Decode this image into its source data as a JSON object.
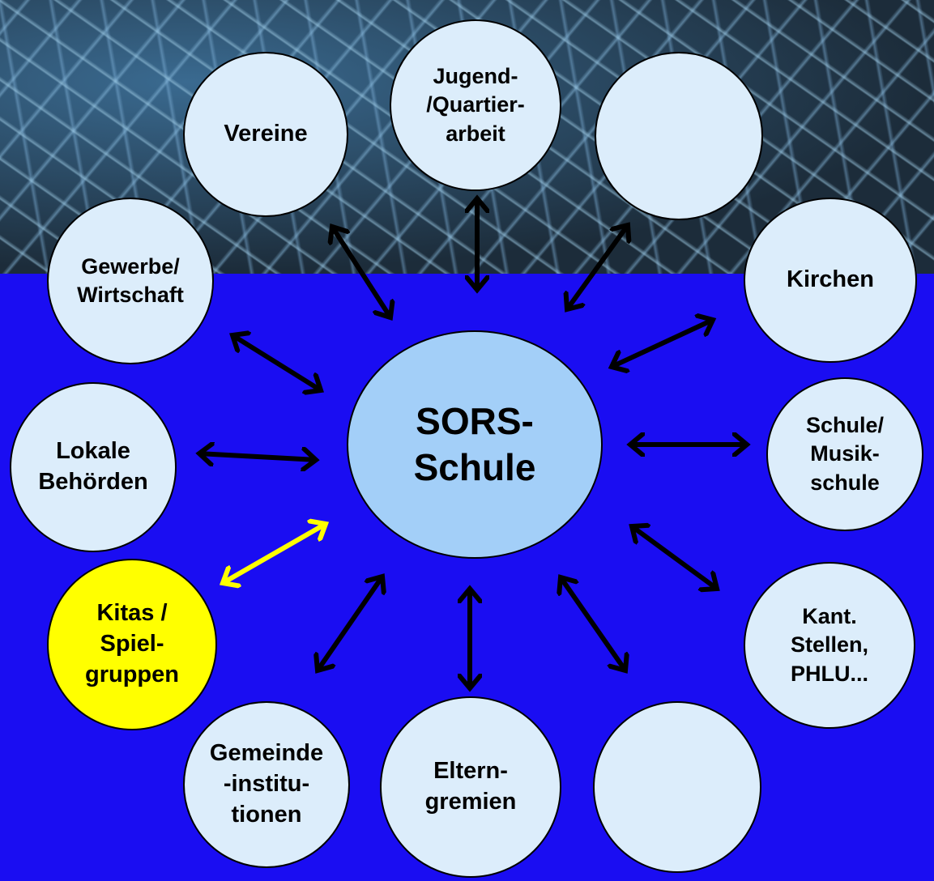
{
  "center": {
    "label": "SORS-\nSchule"
  },
  "nodes": {
    "jugend": "Jugend-\n/Quartier-\narbeit",
    "vereine": "Vereine",
    "blank_top_right": "",
    "gewerbe": "Gewerbe/\nWirtschaft",
    "kirchen": "Kirchen",
    "lokale": "Lokale\nBehörden",
    "schule": "Schule/\nMusik-\nschule",
    "kitas": "Kitas /\nSpiel-\ngruppen",
    "kant": "Kant.\nStellen,\nPHLU...",
    "gemeinde": "Gemeinde\n-institu-\ntionen",
    "eltern": "Eltern-\ngremien",
    "blank_bottom_right": ""
  },
  "colors": {
    "background_blue": "#1a0df2",
    "center_fill": "#a3cff8",
    "node_fill": "#dcedfb",
    "highlight_fill": "#ffff00",
    "arrow": "#000000",
    "highlight_arrow": "#ffff00"
  }
}
